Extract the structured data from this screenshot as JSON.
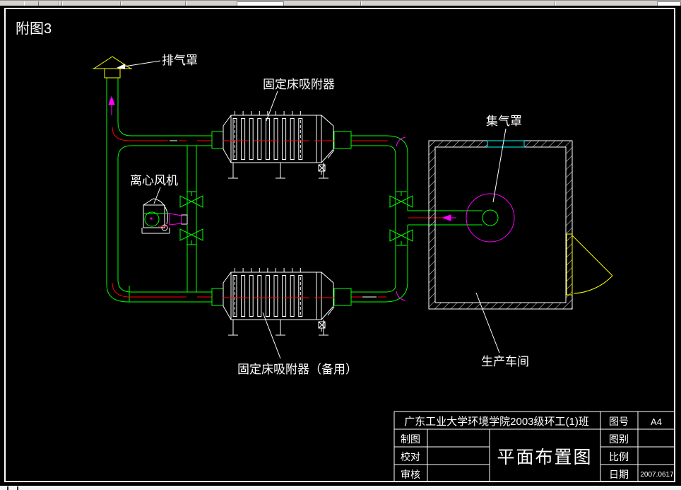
{
  "drawing": {
    "figure_no": "附图3",
    "labels": {
      "exhaust_hood": "排气罩",
      "fixed_bed_adsorber": "固定床吸附器",
      "centrifugal_fan": "离心风机",
      "gas_collection_hood": "集气罩",
      "workshop": "生产车间",
      "fixed_bed_adsorber_backup": "固定床吸附器（备用）"
    },
    "title_block": {
      "organization": "广东工业大学环境学院2003级环工(1)班",
      "drawing_title": "平面布置图",
      "drafted_label": "制图",
      "checked_label": "校对",
      "approved_label": "审核",
      "drawing_no_label": "图号",
      "drawing_no_value": "A4",
      "sheet_type_label": "图别",
      "scale_label": "比例",
      "date_label": "日期",
      "date_value": "2007.0617"
    },
    "colors": {
      "background": "#000000",
      "line": "#ffffff",
      "pipe": "#00ff00",
      "centerline": "#ff0000",
      "accent": "#ff00ff",
      "stack_cap": "#ffff00",
      "window_marker": "#00ffff"
    }
  }
}
